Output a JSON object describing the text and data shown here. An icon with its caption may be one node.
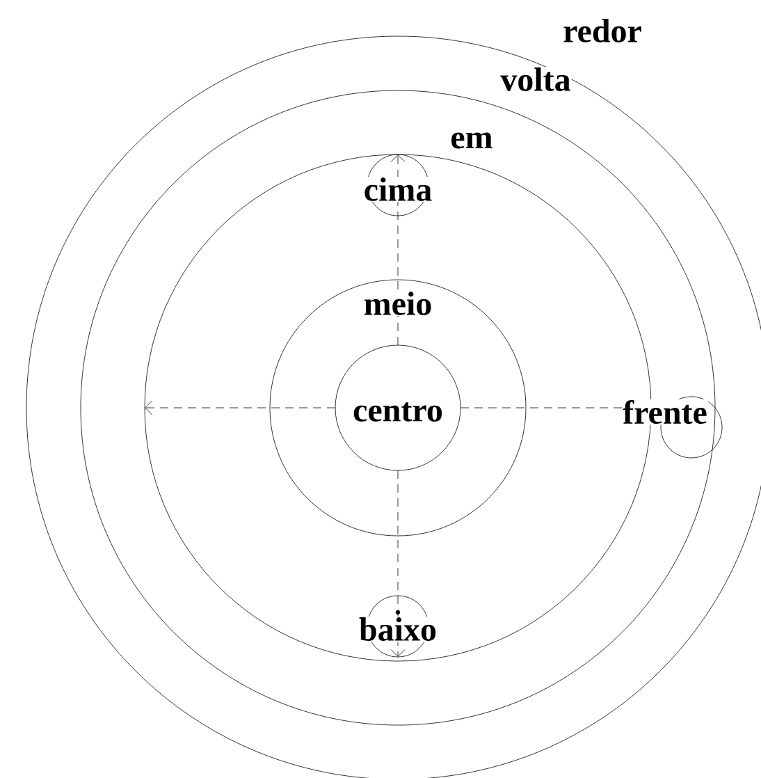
{
  "diagram": {
    "nodes": [
      {
        "text": [
          "redor"
        ]
      },
      {
        "text": [
          "volta"
        ],
        "in": 0
      },
      {
        "text": [
          "em"
        ],
        "in": 1
      },
      {
        "text": [
          "meio"
        ],
        "in": 2
      },
      {
        "text": [
          "centro"
        ],
        "in": 3
      },
      {
        "text": [
          "cima"
        ],
        "in": 2
      },
      {
        "text": [
          "baixo"
        ],
        "in": 2
      },
      {
        "text": [
          "frente"
        ],
        "in": 0
      }
    ],
    "edges": [
      {
        "from": 4,
        "to": 5,
        "arrow": "to",
        "style": "dashed"
      },
      {
        "from": 4,
        "to": 6,
        "arrow": "to",
        "style": "dashed"
      },
      {
        "from": 4,
        "to": 2,
        "arrow": "to",
        "style": "dashed"
      },
      {
        "from": 4,
        "to": 7,
        "arrow": "none",
        "style": "dashed"
      }
    ]
  }
}
